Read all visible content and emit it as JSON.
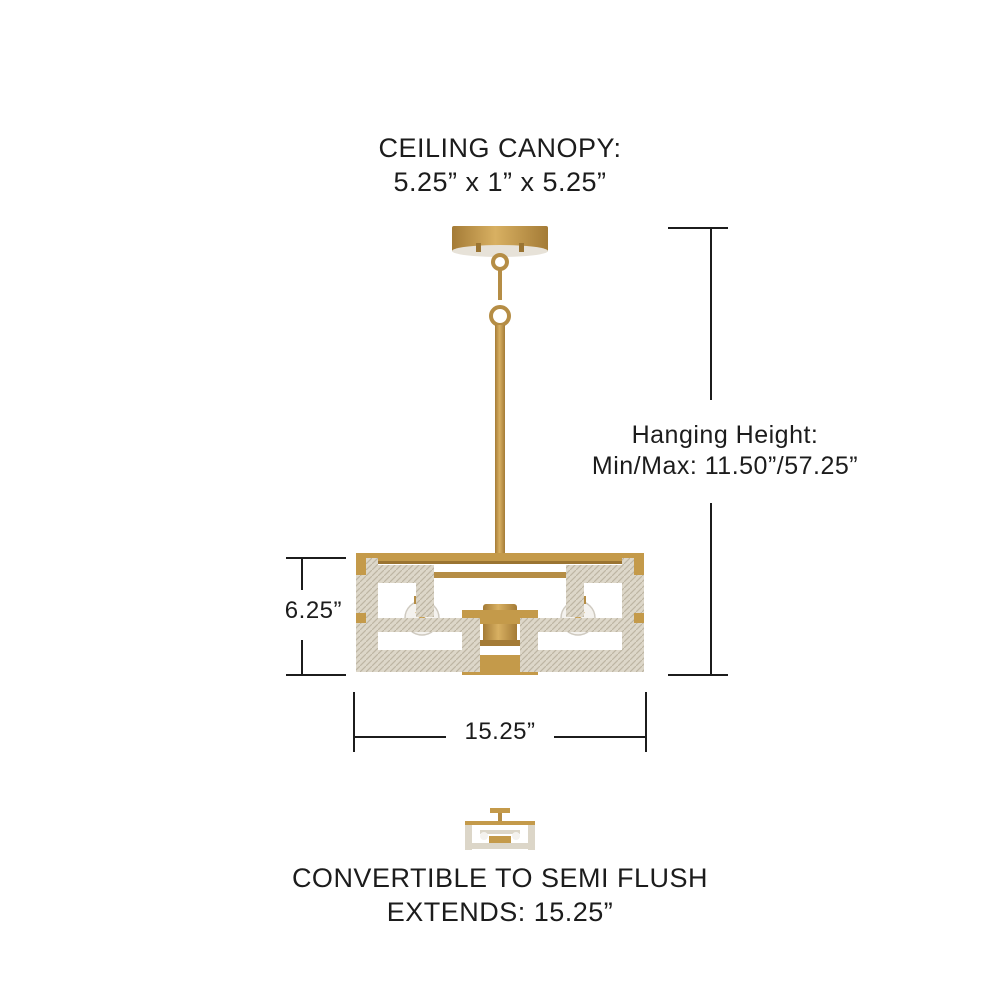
{
  "canopy": {
    "title": "CEILING CANOPY:",
    "dimensions": "5.25” x 1” x 5.25”"
  },
  "hanging_height": {
    "title": "Hanging Height:",
    "range": "Min/Max: 11.50”/57.25”"
  },
  "fixture_height": "6.25”",
  "fixture_width": "15.25”",
  "convertible": {
    "title": "CONVERTIBLE TO SEMI FLUSH",
    "extends": "EXTENDS: 15.25”"
  },
  "colors": {
    "brass": "#c49a4a",
    "brass_dark": "#9a7432",
    "rope": "#dcd6c8",
    "line": "#1c1c1c"
  }
}
